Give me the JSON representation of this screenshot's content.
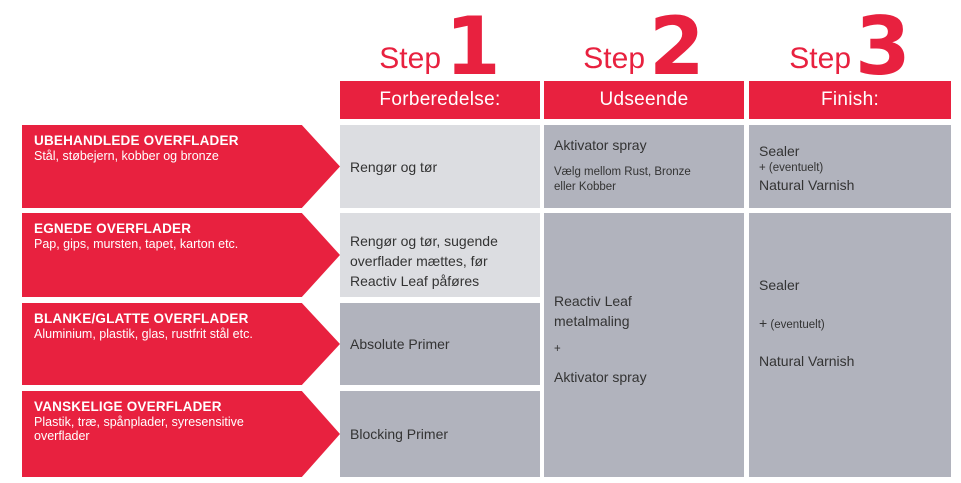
{
  "steps": [
    {
      "word": "Step",
      "number": "1"
    },
    {
      "word": "Step",
      "number": "2"
    },
    {
      "word": "Step",
      "number": "3"
    }
  ],
  "columns": [
    "Forberedelse:",
    "Udseende",
    "Finish:"
  ],
  "rows": [
    {
      "title": "UBEHANDLEDE OVERFLADER",
      "subtitle": "Stål, støbejern, kobber og bronze"
    },
    {
      "title": "EGNEDE OVERFLADER",
      "subtitle": "Pap, gips, mursten, tapet, karton etc."
    },
    {
      "title": "BLANKE/GLATTE OVERFLADER",
      "subtitle": "Aluminium, plastik, glas, rustfrit stål etc."
    },
    {
      "title": "VANSKELIGE OVERFLADER",
      "subtitle": "Plastik, træ, spånplader, syresensitive overflader"
    }
  ],
  "prep": [
    "Rengør og tør",
    "Rengør og tør,  sugende overflader mættes, før Reactiv Leaf påføres",
    "Absolute Primer",
    "Blocking Primer"
  ],
  "look": {
    "row1_main": "Aktivator spray",
    "row1_note": "Vælg mellom Rust, Bronze eller Kobber",
    "rest_main": "Reactiv Leaf metalmaling",
    "rest_plus": "+",
    "rest_second": "Aktivator spray"
  },
  "finish": {
    "row1_main": "Sealer",
    "row1_plus": "+",
    "row1_optional": "(eventuelt)",
    "row1_second": "Natural Varnish",
    "rest_main": "Sealer",
    "rest_plus": "+",
    "rest_optional": "(eventuelt)",
    "rest_second": "Natural Varnish"
  },
  "colors": {
    "accent": "#e8213f",
    "light_cell": "#dcdde1",
    "grey_cell": "#b1b3bd"
  }
}
